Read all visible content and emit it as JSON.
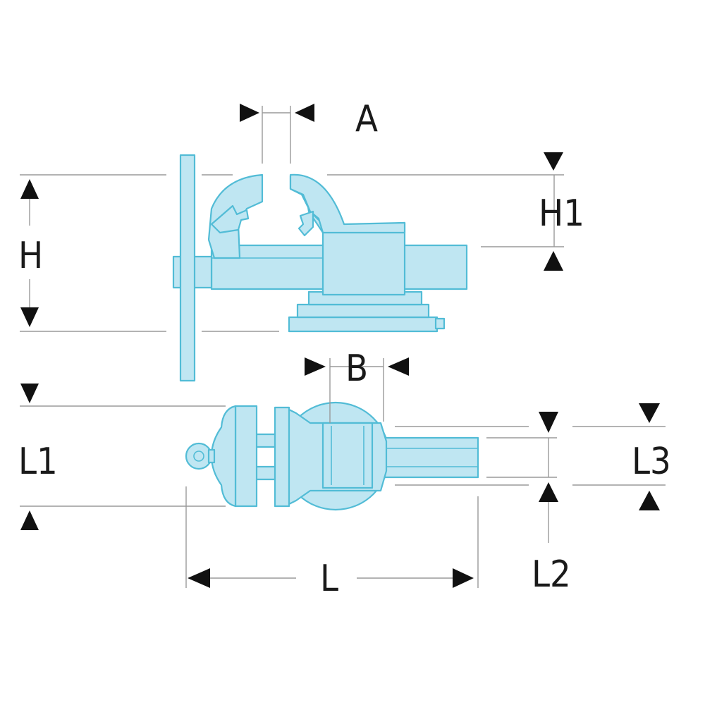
{
  "diagram": {
    "labels": {
      "a": "A",
      "h": "H",
      "h1": "H1",
      "b": "B",
      "l1": "L1",
      "l3": "L3",
      "l": "L",
      "l2": "L2"
    },
    "colors": {
      "fill": "#bfe6f2",
      "stroke": "#52bcd6",
      "dimension_line": "#9a9a9a",
      "arrow": "#111111",
      "text": "#1a1a1a"
    }
  }
}
